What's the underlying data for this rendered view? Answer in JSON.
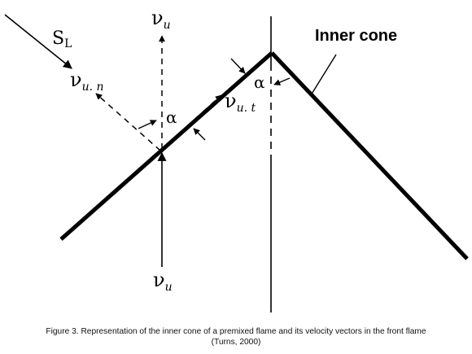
{
  "figure": {
    "labels": {
      "sl_base": "S",
      "sl_sub": "L",
      "vu_symbol": "ν",
      "vu_sub": "u",
      "vun_sub": "u. n",
      "vut_sub": "u. t",
      "alpha": "α",
      "inner_cone": "Inner cone"
    },
    "colors": {
      "ink": "#000000",
      "background": "#ffffff"
    }
  },
  "caption": {
    "line1": "Figure 3. Representation of the inner cone of a premixed flame and its velocity vectors in the front flame",
    "line2": "(Turns, 2000)"
  }
}
